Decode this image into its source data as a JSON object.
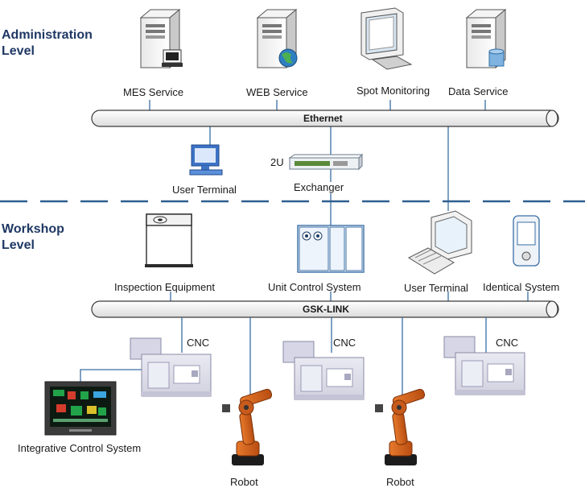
{
  "levels": {
    "admin_line1": "Administration",
    "admin_line2": "Level",
    "workshop_line1": "Workshop",
    "workshop_line2": "Level"
  },
  "buses": {
    "ethernet": "Ethernet",
    "gsk_link": "GSK-LINK"
  },
  "admin_nodes": {
    "mes": "MES Service",
    "web": "WEB Service",
    "spot": "Spot Monitoring",
    "data": "Data Service"
  },
  "middle": {
    "user_terminal": "User Terminal",
    "exchanger_size": "2U",
    "exchanger": "Exchanger"
  },
  "workshop_nodes": {
    "inspection": "Inspection Equipment",
    "unit_control": "Unit Control System",
    "user_terminal": "User Terminal",
    "identical": "Identical System"
  },
  "floor": {
    "cnc1": "CNC",
    "cnc2": "CNC",
    "cnc3": "CNC",
    "robot1": "Robot",
    "robot2": "Robot",
    "integrative": "Integrative Control System"
  },
  "colors": {
    "bus_fill": "#f2f2f2",
    "line": "#3a6ea5",
    "dash": "#2f5f8f",
    "robot": "#d9641e"
  }
}
